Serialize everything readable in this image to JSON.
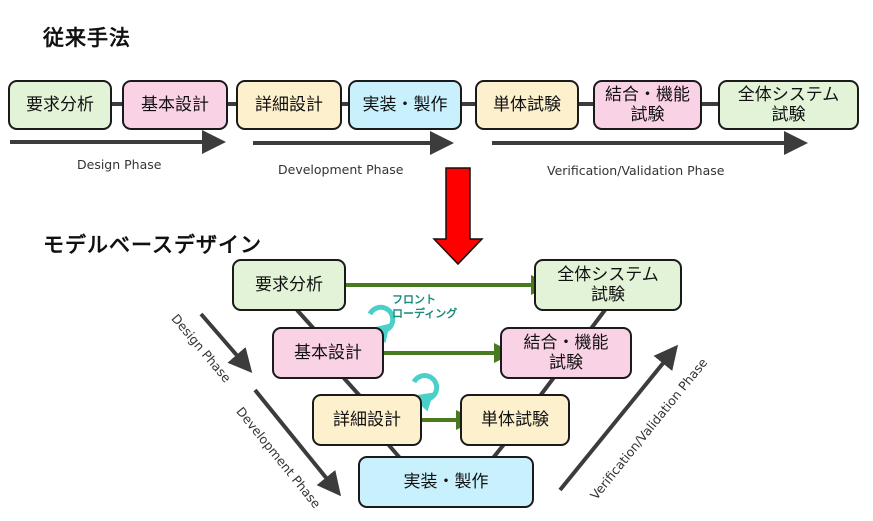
{
  "traditional": {
    "title": "従来手法",
    "steps": [
      "要求分析",
      "基本設計",
      "詳細設計",
      "実装・製作",
      "単体試験",
      "結合・機能\n試験",
      "全体システム\n試験"
    ],
    "phases": [
      "Design Phase",
      "Development Phase",
      "Verification/Validation Phase"
    ]
  },
  "transition": {
    "arrow": "down-arrow",
    "color": "#ff0000"
  },
  "mbd": {
    "title": "モデルベースデザイン",
    "left": [
      "要求分析",
      "基本設計",
      "詳細設計"
    ],
    "bottom": "実装・製作",
    "right": [
      "全体システム\n試験",
      "結合・機能\n試験",
      "単体試験"
    ],
    "front_loading": "フロント\nローディング",
    "phases": {
      "design": "Design Phase",
      "development": "Development Phase",
      "verification": "Verification/Validation Phase"
    }
  },
  "colors": {
    "requirements": "#e3f3d7",
    "design": "#fad2e6",
    "detail": "#fdf0cd",
    "implementation": "#c8f1fd",
    "link_arrow": "#4a7a1e",
    "loop_icon": "#4ad0c8",
    "phase_arrow": "#3c3c3c"
  }
}
